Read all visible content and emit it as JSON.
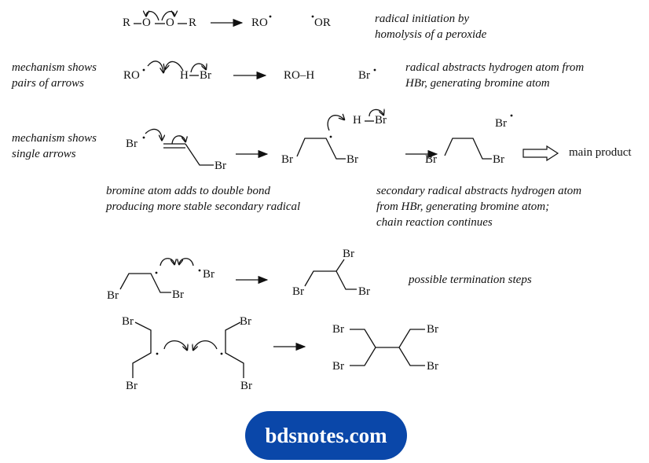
{
  "step1": {
    "reactant": "R–O–O–R",
    "r_left": "R",
    "o_left": "O",
    "o_right": "O",
    "r_right": "R",
    "product1": "RO",
    "product2": "OR",
    "note": [
      "radical initiation by",
      "homolysis of a peroxide"
    ]
  },
  "step2": {
    "label": [
      "mechanism shows",
      "pairs of arrows"
    ],
    "radical": "RO",
    "h": "H",
    "br": "Br",
    "product1": "RO–H",
    "product2": "Br",
    "note": [
      "radical abstracts hydrogen atom from",
      "HBr, generating bromine atom"
    ]
  },
  "step3": {
    "label": [
      "mechanism shows",
      "single arrows"
    ],
    "br_radical": "Br",
    "alkene_br": "Br",
    "intermediate_br_left": "Br",
    "intermediate_br_right": "Br",
    "hbr_h": "H",
    "hbr_br": "Br",
    "product_br_left": "Br",
    "product_br_right": "Br",
    "byproduct": "Br",
    "main_product_label": "main product",
    "note_left": [
      "bromine atom adds to double bond",
      "producing more stable secondary radical"
    ],
    "note_right": [
      "secondary radical abstracts hydrogen atom",
      "from HBr, generating bromine atom;",
      "chain reaction continues"
    ]
  },
  "termination": {
    "note": "possible termination steps",
    "reaction1": {
      "reactant_br_left": "Br",
      "reactant_br_right": "Br",
      "br_radical": "Br",
      "product_br_top": "Br",
      "product_br_left": "Br",
      "product_br_right": "Br"
    },
    "reaction2": {
      "left_br_top": "Br",
      "left_br_bottom": "Br",
      "right_br_top": "Br",
      "right_br_bottom": "Br",
      "product_br_tl": "Br",
      "product_br_bl": "Br",
      "product_br_tr": "Br",
      "product_br_br": "Br"
    }
  },
  "watermark": {
    "text": "bdsnotes.com",
    "color": "#0a47a9"
  }
}
